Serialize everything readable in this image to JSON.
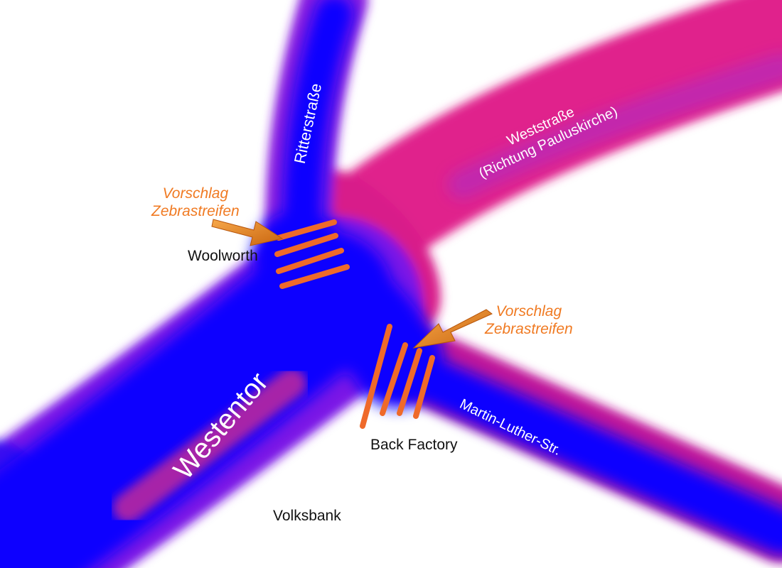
{
  "map": {
    "streets": {
      "ritterstrasse": "Ritterstraße",
      "weststrasse_line1": "Weststraße",
      "weststrasse_line2": "(Richtung Pauluskirche)",
      "westentor": "Westentor",
      "martin_luther": "Martin-Luther-Str."
    },
    "landmarks": {
      "woolworth": "Woolworth",
      "back_factory": "Back Factory",
      "volksbank": "Volksbank"
    },
    "proposals": [
      {
        "line1": "Vorschlag",
        "line2": "Zebrastreifen"
      },
      {
        "line1": "Vorschlag",
        "line2": "Zebrastreifen"
      }
    ],
    "colors": {
      "road_core": "#0a00ff",
      "road_edge": "#ff1a8a",
      "crosswalk": "#ef6a2a",
      "arrow": "#e9861d"
    }
  }
}
